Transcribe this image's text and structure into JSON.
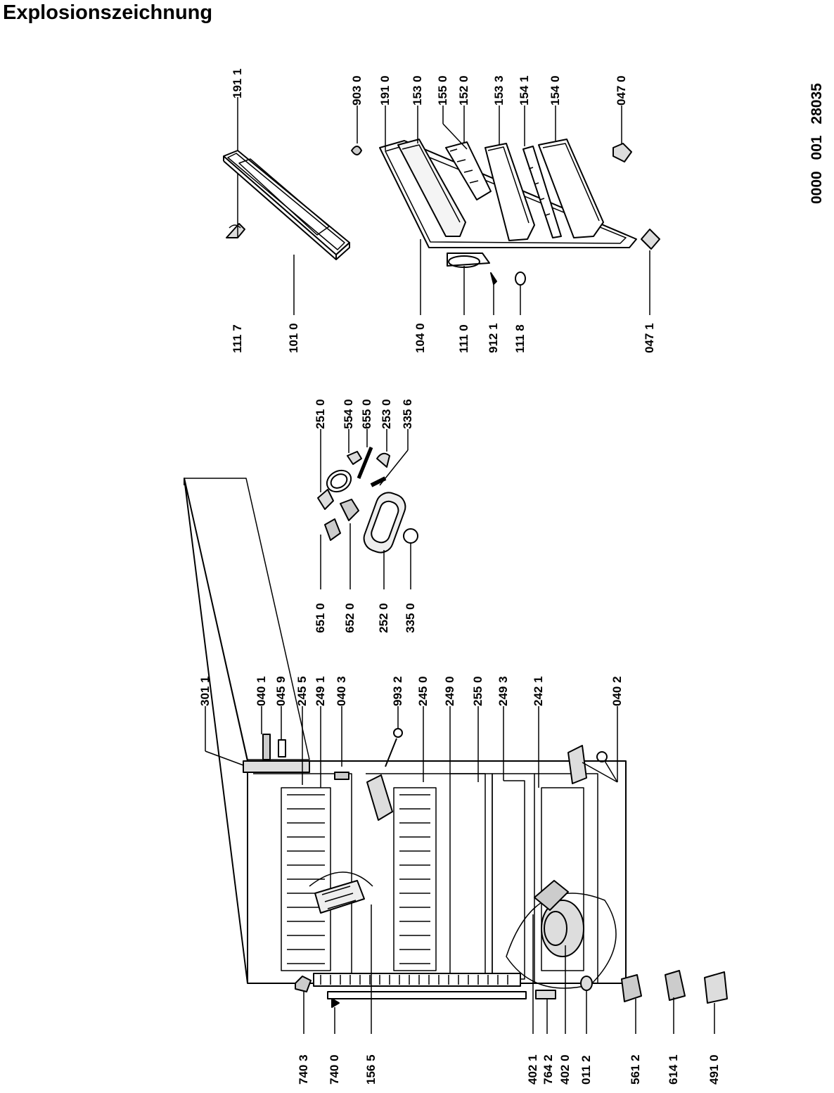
{
  "title": "Explosionszeichnung",
  "document_number": "0000 001 28035",
  "labels": {
    "p1911": "191 1",
    "p1117": "111 7",
    "p1010": "101 0",
    "p9030": "903 0",
    "p1910": "191 0",
    "p1530": "153 0",
    "p1550": "155 0",
    "p1520": "152 0",
    "p1533": "153 3",
    "p1541": "154 1",
    "p1540": "154 0",
    "p0470": "047 0",
    "p1040": "104 0",
    "p1110": "111 0",
    "p9121": "912 1",
    "p1118": "111 8",
    "p0471": "047 1",
    "p2510": "251 0",
    "p5540": "554 0",
    "p6550": "655 0",
    "p2530": "253 0",
    "p3356": "335 6",
    "p6510": "651 0",
    "p6520": "652 0",
    "p2520": "252 0",
    "p3350": "335 0",
    "p3011": "301 1",
    "p0401": "040 1",
    "p0459": "045 9",
    "p2455": "245 5",
    "p2491": "249 1",
    "p0403": "040 3",
    "p9932": "993 2",
    "p2450": "245 0",
    "p2490": "249 0",
    "p2550": "255 0",
    "p2493": "249 3",
    "p2421": "242 1",
    "p0402": "040 2",
    "p7403": "740 3",
    "p7400": "740 0",
    "p1565": "156 5",
    "p4021": "402 1",
    "p7642": "764 2",
    "p4020": "402 0",
    "p0112": "011 2",
    "p5612": "561 2",
    "p6141": "614 1",
    "p4910": "491 0"
  }
}
